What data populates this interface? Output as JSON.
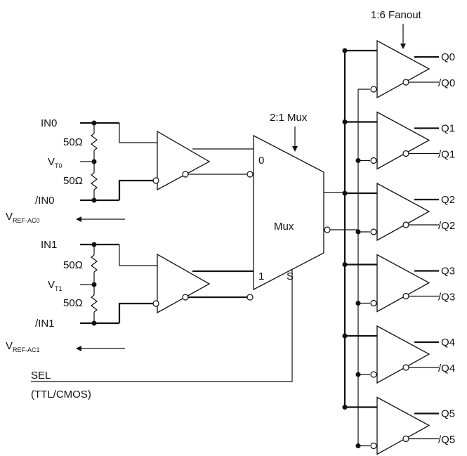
{
  "inputs": {
    "in0": "IN0",
    "in0_bar": "/IN0",
    "vt0": "V",
    "vt0_sub": "T0",
    "in1": "IN1",
    "in1_bar": "/IN1",
    "vt1": "V",
    "vt1_sub": "T1",
    "r1": "50Ω",
    "r2": "50Ω",
    "r3": "50Ω",
    "r4": "50Ω",
    "vref0": "V",
    "vref0_sub": "REF-AC0",
    "vref1": "V",
    "vref1_sub": "REF-AC1",
    "sel": "SEL",
    "sel_type": "(TTL/CMOS)"
  },
  "mux": {
    "title": "2:1 Mux",
    "label": "Mux",
    "in0": "0",
    "in1": "1",
    "sel": "S"
  },
  "fanout": {
    "title": "1:6 Fanout"
  },
  "outputs": [
    {
      "q": "Q0",
      "qbar": "/Q0"
    },
    {
      "q": "Q1",
      "qbar": "/Q1"
    },
    {
      "q": "Q2",
      "qbar": "/Q2"
    },
    {
      "q": "Q3",
      "qbar": "/Q3"
    },
    {
      "q": "Q4",
      "qbar": "/Q4"
    },
    {
      "q": "Q5",
      "qbar": "/Q5"
    }
  ],
  "colors": {
    "line": "#111111",
    "background": "#ffffff"
  }
}
